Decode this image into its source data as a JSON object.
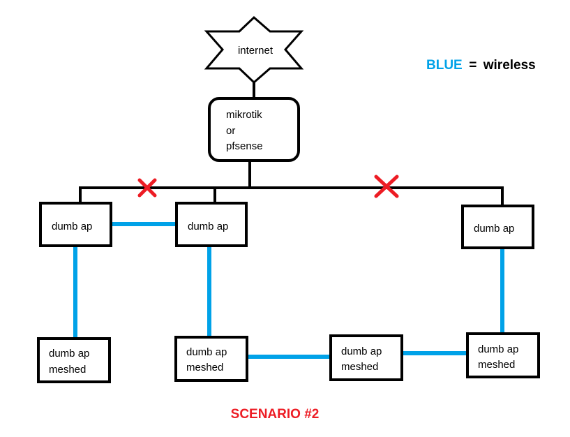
{
  "colors": {
    "wireless": "#00a2e8",
    "wired": "#000000",
    "cross": "#ed1c24",
    "scenario": "#ed1c24"
  },
  "internet": {
    "label": "internet"
  },
  "router": {
    "line1": "mikrotik",
    "line2": "or",
    "line3": "pfsense"
  },
  "legend": {
    "blue_word": "BLUE",
    "equals": "=",
    "meaning": "wireless"
  },
  "nodes": {
    "ap1": {
      "line1": "dumb ap"
    },
    "ap2": {
      "line1": "dumb ap"
    },
    "ap3": {
      "line1": "dumb ap"
    },
    "mesh1": {
      "line1": "dumb ap",
      "line2": "meshed"
    },
    "mesh2": {
      "line1": "dumb ap",
      "line2": "meshed"
    },
    "mesh3": {
      "line1": "dumb ap",
      "line2": "meshed"
    },
    "mesh4": {
      "line1": "dumb ap",
      "line2": "meshed"
    }
  },
  "scenario": {
    "label": "SCENARIO #2"
  }
}
